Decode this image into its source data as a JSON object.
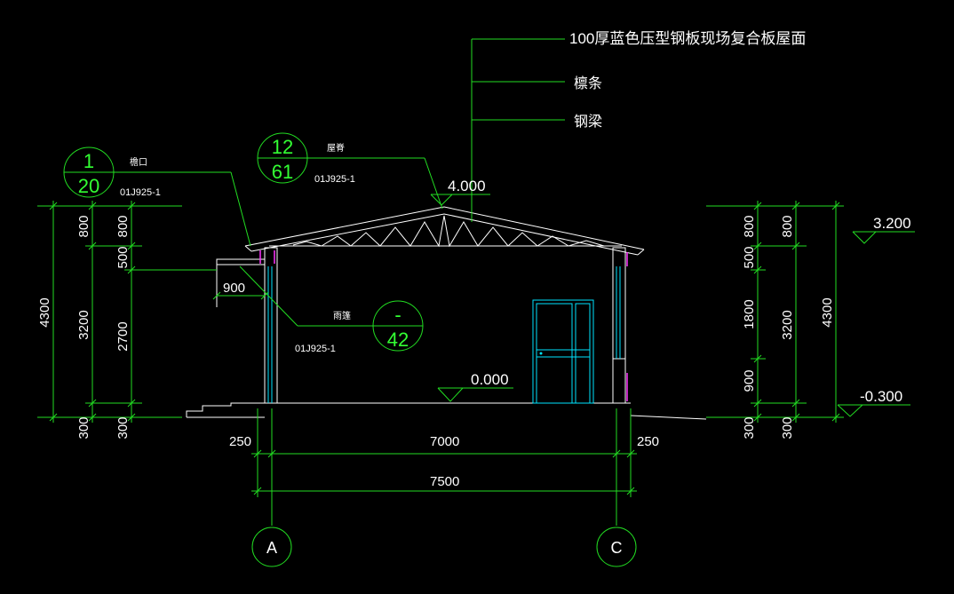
{
  "colors": {
    "background": "#000000",
    "dimension": "#22dd22",
    "outline": "#ffffff",
    "door": "#00e5ff",
    "accent": "#ff33ff"
  },
  "callouts": {
    "roof_panel": "100厚蓝色压型钢板现场复合板屋面",
    "purlin": "檩条",
    "steel_beam": "钢梁",
    "eave": "檐口",
    "ridge": "屋脊",
    "canopy": "雨篷"
  },
  "detail_refs": {
    "eave_top": "1",
    "eave_bottom": "20",
    "eave_atlas": "01J925-1",
    "ridge_top": "12",
    "ridge_bottom": "61",
    "ridge_atlas": "01J925-1",
    "canopy_top": "-",
    "canopy_bottom": "42",
    "canopy_atlas": "01J925-1"
  },
  "elevations": {
    "ridge": "4.000",
    "floor": "0.000",
    "right_top": "3.200",
    "right_ground": "-0.300"
  },
  "left_dims": {
    "total": "4300",
    "upper": "800",
    "main": "3200",
    "base": "300",
    "sub_upper": "800",
    "sub_mid": "500",
    "sub_main": "2700",
    "sub_base": "300"
  },
  "right_dims": {
    "total": "4300",
    "upper": "800",
    "main": "3200",
    "base": "300",
    "sub_upper": "800",
    "sub_mid": "500",
    "sub_main": "1800",
    "sub_lower": "900",
    "sub_base": "300"
  },
  "horizontal_dims": {
    "canopy": "900",
    "left_offset": "250",
    "span": "7000",
    "right_offset": "250",
    "overall": "7500"
  },
  "axes": {
    "left": "A",
    "right": "C"
  }
}
